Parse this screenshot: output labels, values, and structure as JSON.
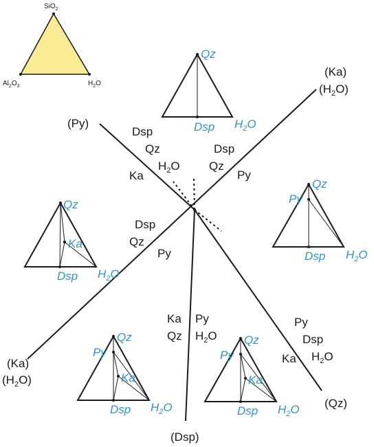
{
  "legend": {
    "apex_top": "SiO",
    "apex_top_sub": "2",
    "apex_left_a": "Al",
    "apex_left_sub1": "2",
    "apex_left_b": "O",
    "apex_left_sub2": "3",
    "apex_right_a": "H",
    "apex_right_sub": "2",
    "apex_right_b": "O",
    "fill_color": "#f9ec94"
  },
  "reactions": {
    "ka": "(Ka)",
    "h2o_open": "(H",
    "h2o_sub": "2",
    "h2o_close": "O)",
    "py": "(Py)",
    "dsp": "(Dsp)",
    "qz": "(Qz)"
  },
  "assemblages": {
    "dsp": "Dsp",
    "qz": "Qz",
    "ka": "Ka",
    "py": "Py",
    "h": "H",
    "sub2": "2",
    "o": "O"
  },
  "phases": {
    "qz": "Qz",
    "dsp": "Dsp",
    "py": "Py",
    "ka": "Ka",
    "h": "H",
    "sub2": "2",
    "o": "O",
    "color": "#2a95cf"
  }
}
